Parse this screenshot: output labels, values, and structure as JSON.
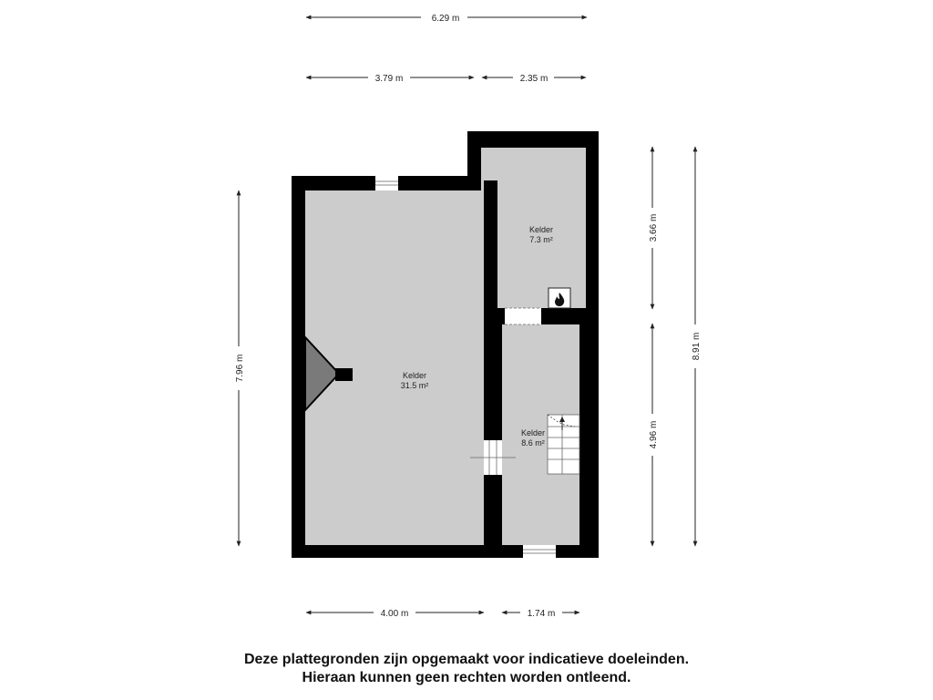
{
  "dimensions": {
    "top_total": "6.29 m",
    "top_left": "3.79 m",
    "top_right": "2.35 m",
    "bottom_left": "4.00 m",
    "bottom_right": "1.74 m",
    "left_height": "7.96 m",
    "right_upper": "3.66 m",
    "right_lower": "4.96 m",
    "right_total": "8.91 m"
  },
  "rooms": [
    {
      "name": "Kelder",
      "area": "31.5 m²"
    },
    {
      "name": "Kelder",
      "area": "7.3 m²"
    },
    {
      "name": "Kelder",
      "area": "8.6 m²"
    }
  ],
  "symbols": {
    "boiler": "flame-icon",
    "stairs": "stairs-icon",
    "chimney": "chimney-icon"
  },
  "colors": {
    "wall": "#000000",
    "floor": "#cccccc",
    "chimney": "#7a7a7a"
  },
  "disclaimer": {
    "line1": "Deze plattegronden zijn opgemaakt voor indicatieve doeleinden.",
    "line2": "Hieraan kunnen geen rechten worden ontleend."
  }
}
